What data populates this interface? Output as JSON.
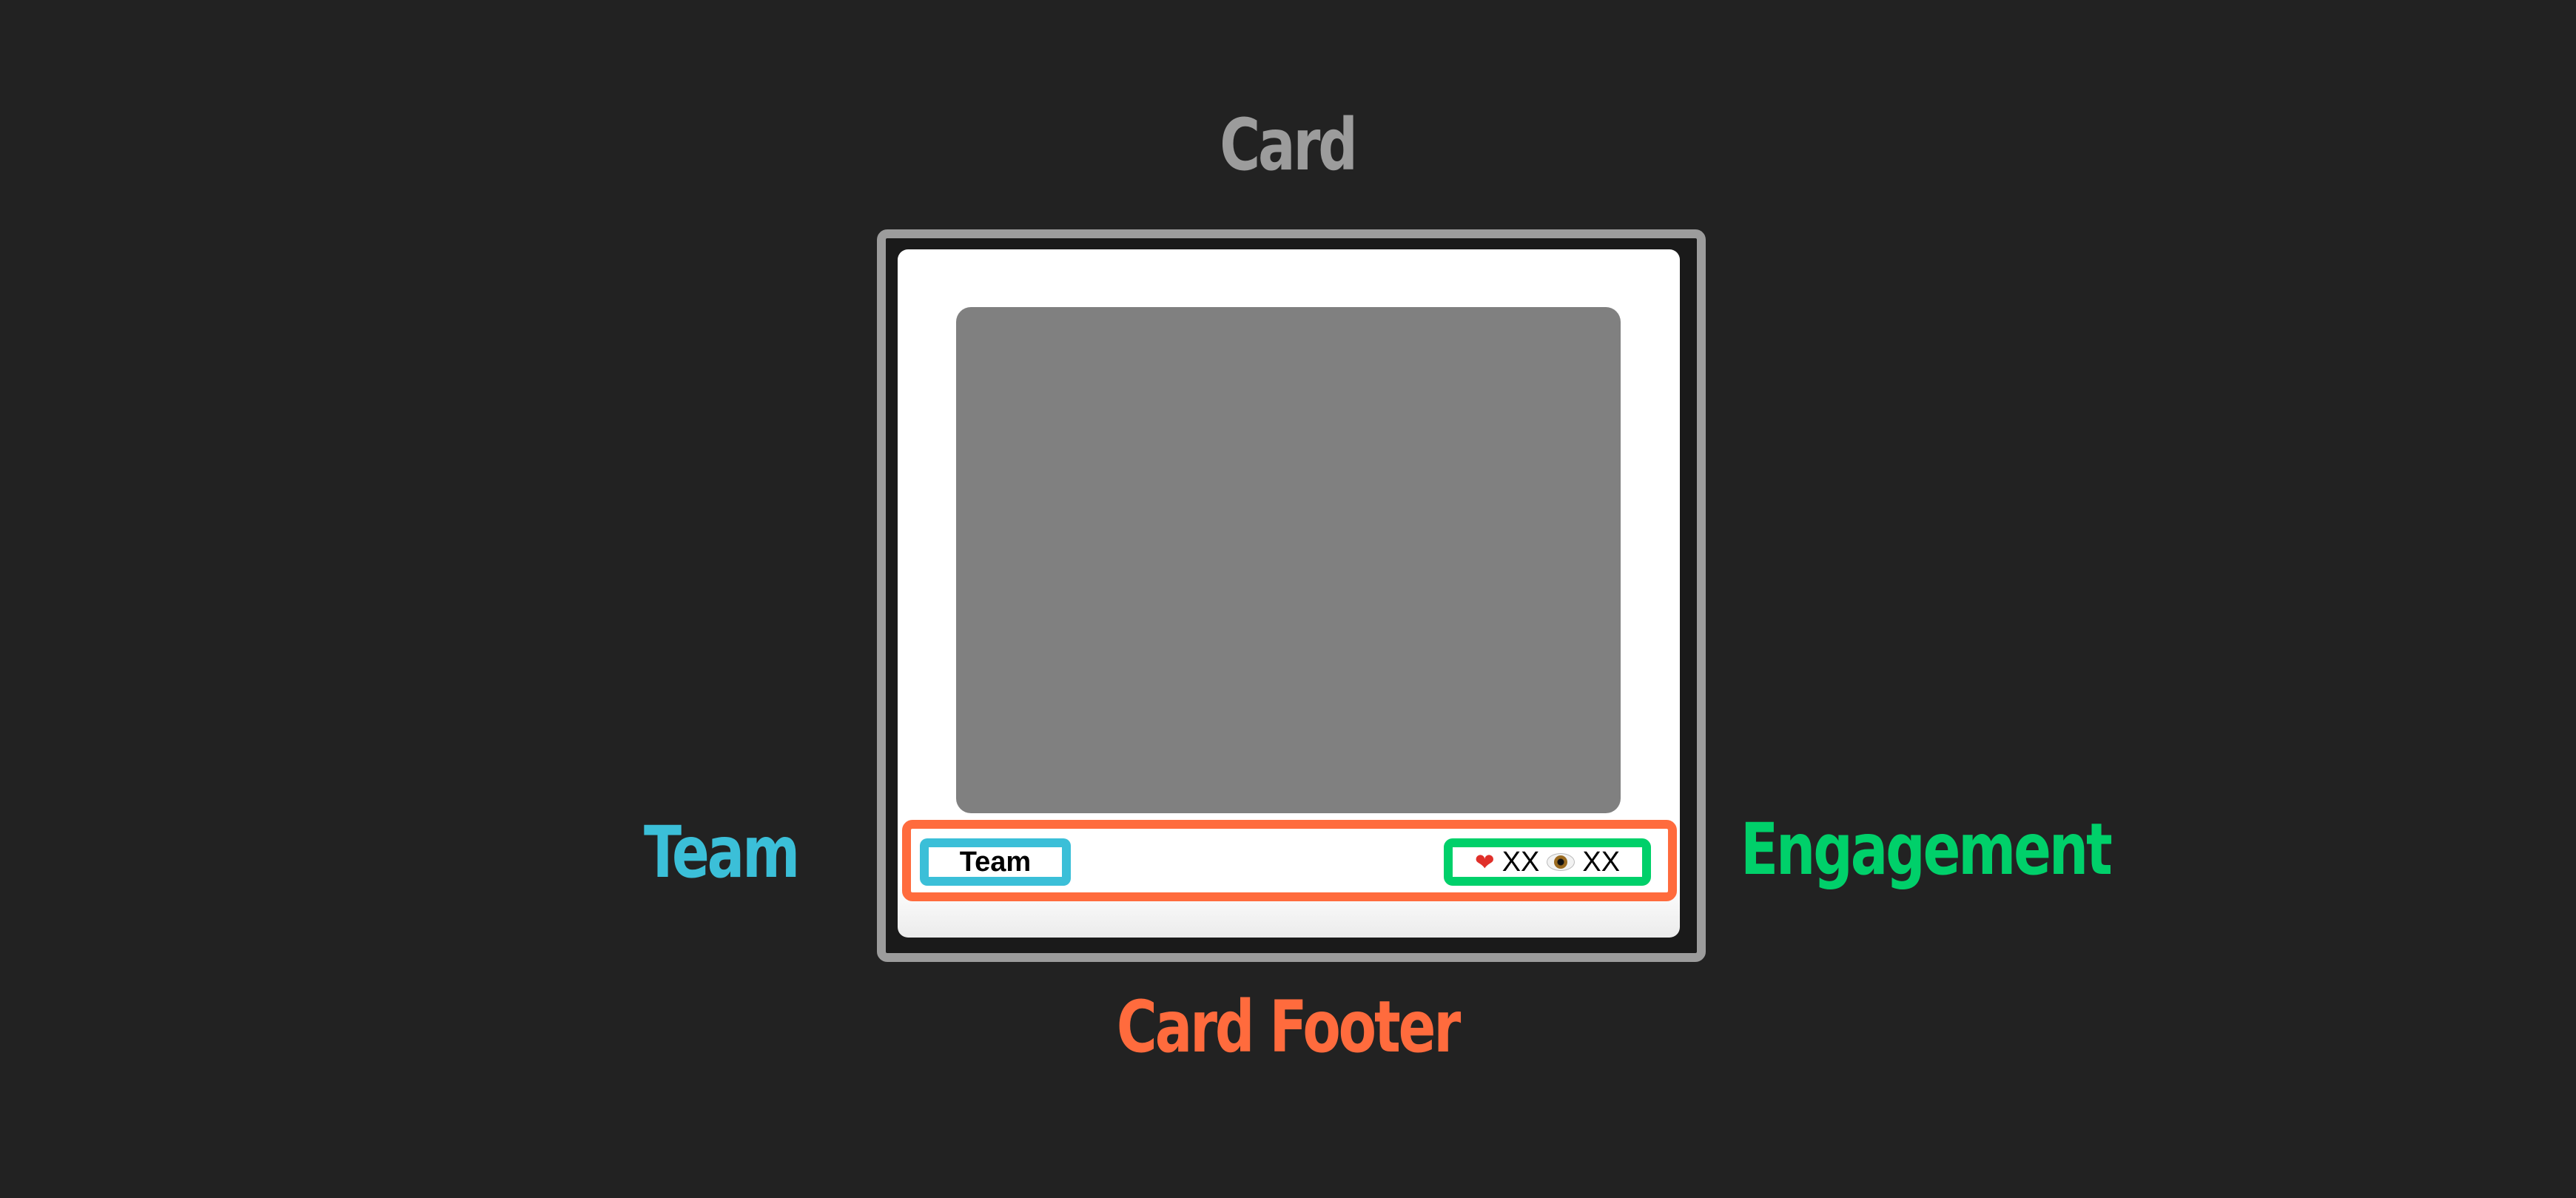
{
  "labels": {
    "card": "Card",
    "team": "Team",
    "engagement": "Engagement",
    "card_footer": "Card Footer"
  },
  "card": {
    "footer": {
      "team_text": "Team",
      "engagement": {
        "likes_icon": "heart-icon",
        "likes_glyph": "❤",
        "likes_value": "XX",
        "views_icon": "eye-icon",
        "views_value": "XX"
      }
    }
  },
  "colors": {
    "background": "#222222",
    "card_label": "#9c9c9c",
    "team": "#3bbfd8",
    "engagement": "#00d06a",
    "card_footer": "#ff6b3d",
    "image_placeholder": "#808080"
  }
}
